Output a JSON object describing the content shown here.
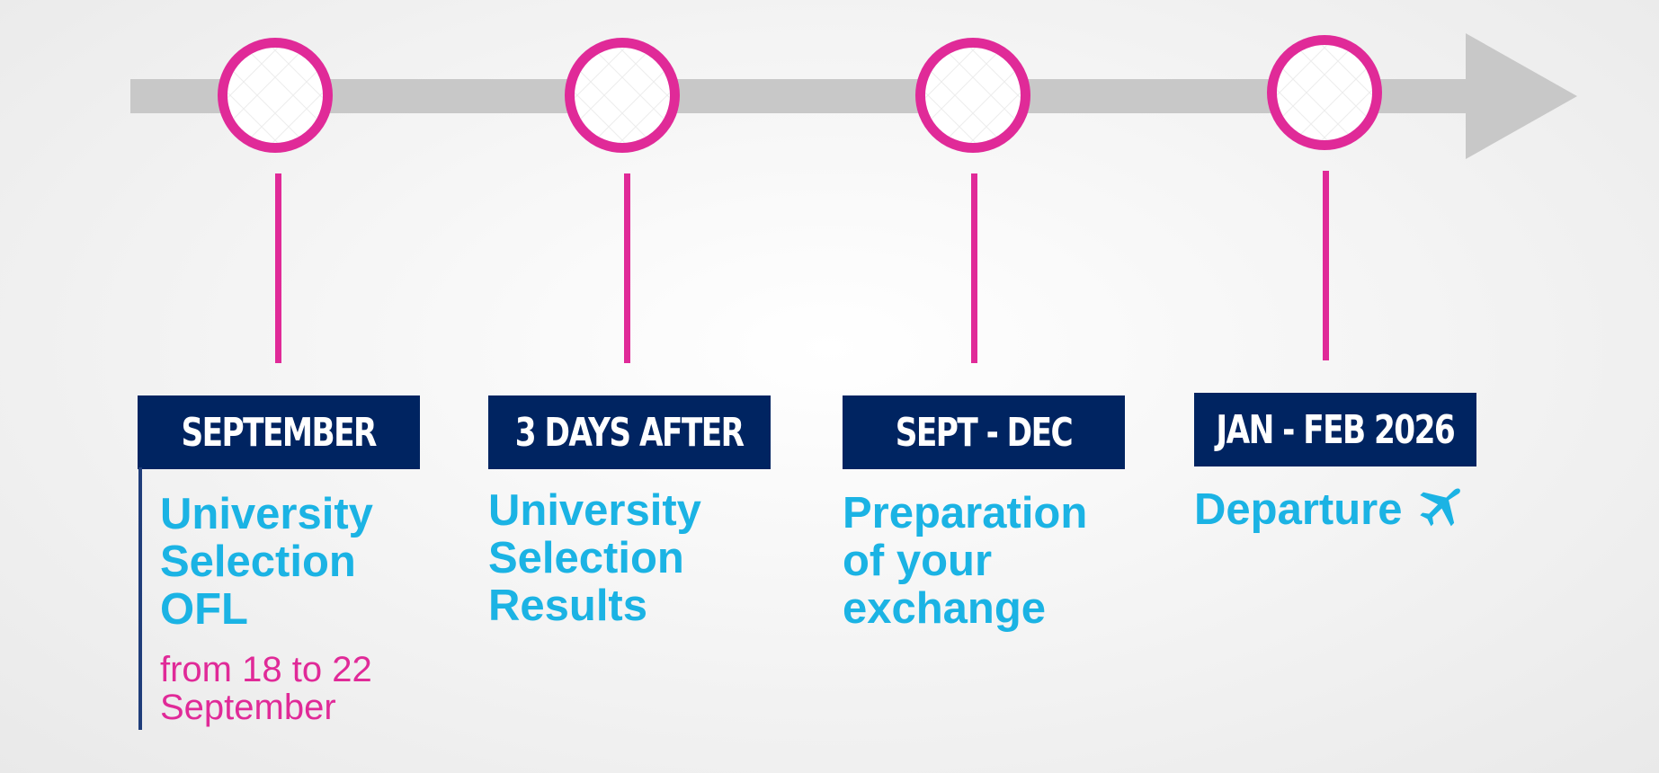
{
  "colors": {
    "arrow": "#c8c8c8",
    "accent_pink": "#e02a98",
    "navy": "#002461",
    "cyan": "#1bb3e4"
  },
  "steps": [
    {
      "date": "SEPTEMBER",
      "title": [
        "University",
        "Selection",
        "OFL"
      ],
      "subtitle": [
        "from 18 to 22",
        "September"
      ]
    },
    {
      "date": "3 DAYS AFTER",
      "title": [
        "University",
        "Selection",
        "Results"
      ]
    },
    {
      "date": "SEPT - DEC",
      "title": [
        "Preparation",
        "of your",
        "exchange"
      ]
    },
    {
      "date": "JAN - FEB 2026",
      "title": [
        "Departure"
      ],
      "icon": "airplane-icon"
    }
  ]
}
